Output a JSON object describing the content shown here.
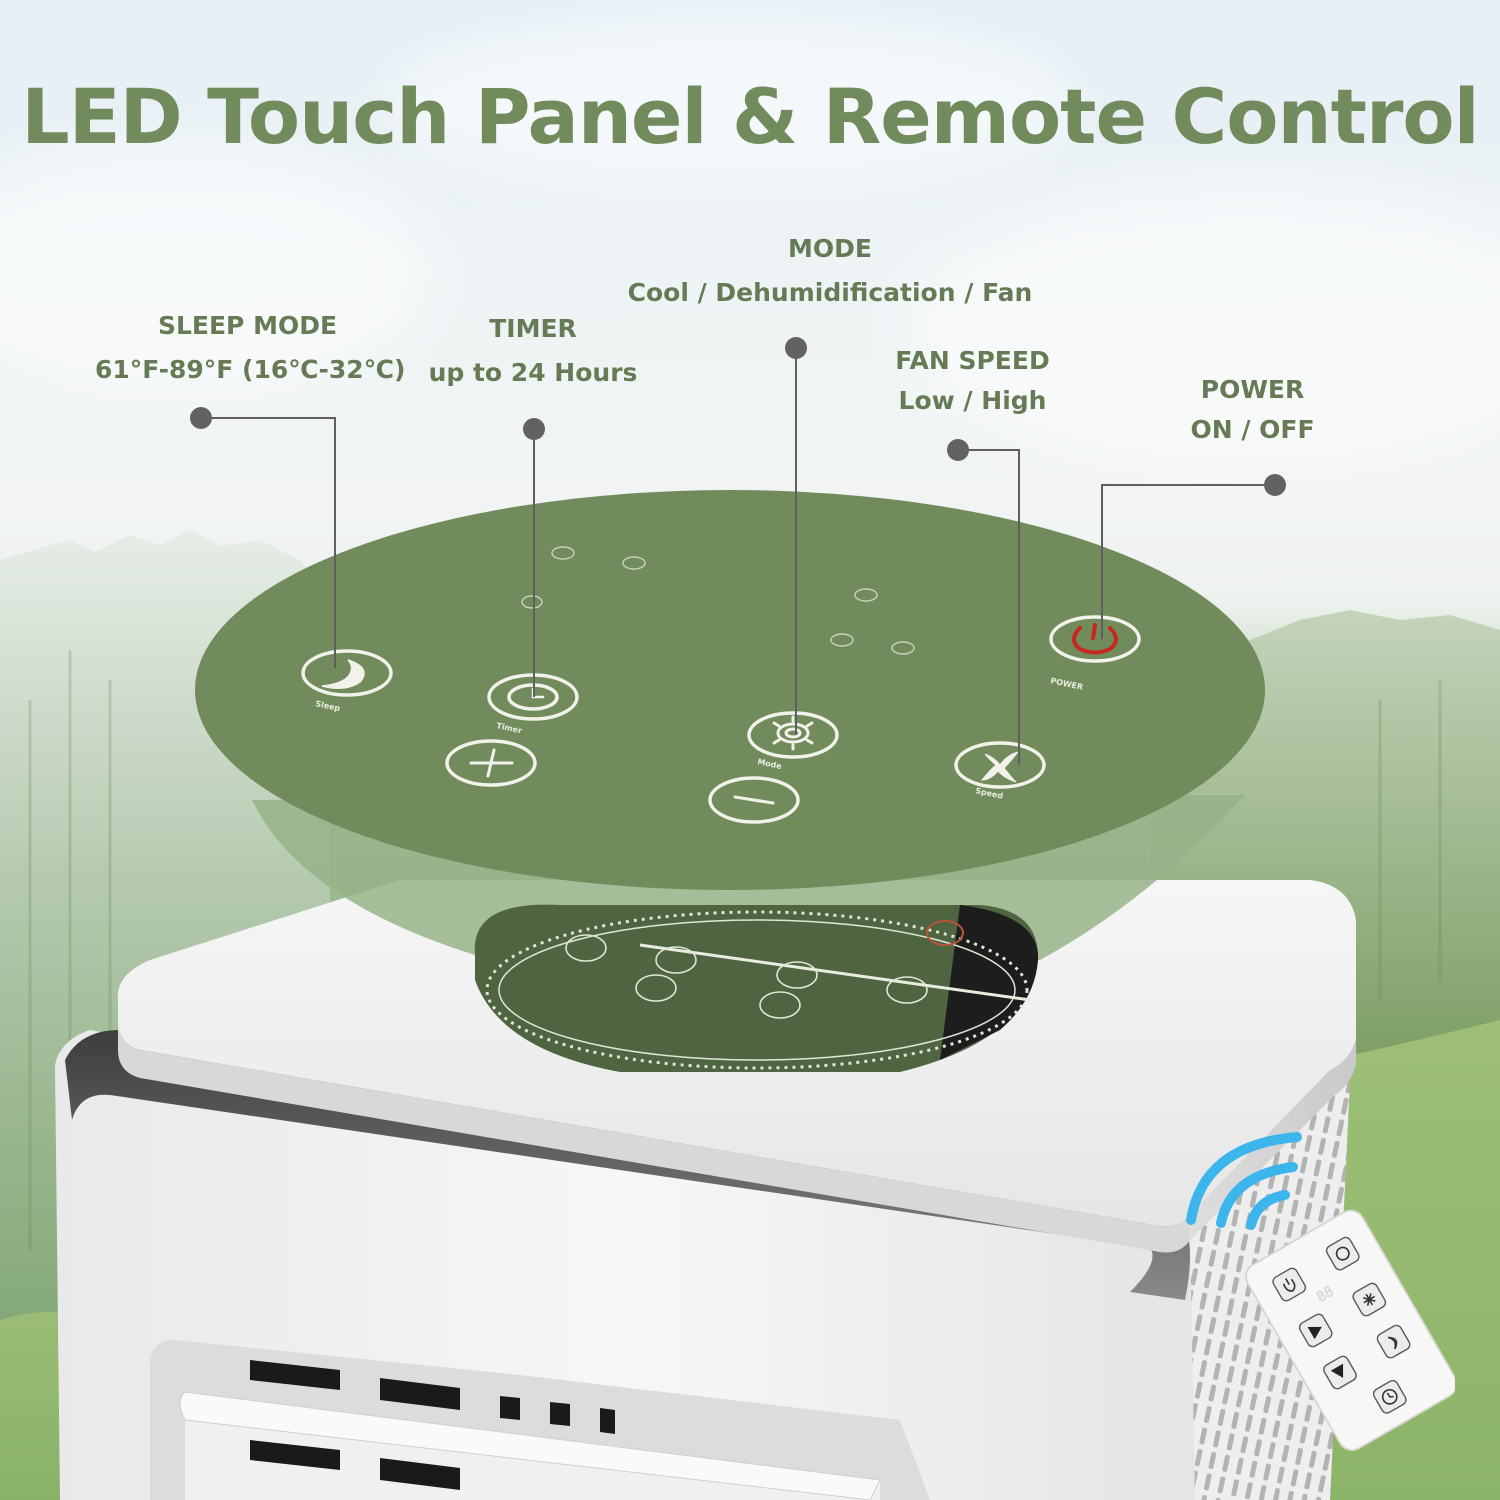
{
  "title": "LED Touch Panel & Remote Control",
  "colors": {
    "title": "#718b5d",
    "label": "#667b55",
    "panel_green": "#728b5c",
    "panel_green_light": "#8faa7e",
    "panel_dark": "#4f6542",
    "leader_line": "#5f5f5f",
    "power_red": "#c8261f",
    "ir_blue": "#3bb5ec",
    "unit_white": "#f3f3f3"
  },
  "callouts": [
    {
      "id": "sleep",
      "heading": "SLEEP MODE",
      "detail": "61°F-89°F (16℃-32℃)"
    },
    {
      "id": "timer",
      "heading": "TIMER",
      "detail": "up to 24 Hours"
    },
    {
      "id": "mode",
      "heading": "MODE",
      "detail": "Cool / Dehumidification / Fan"
    },
    {
      "id": "fan_speed",
      "heading": "FAN SPEED",
      "detail": "Low /  High"
    },
    {
      "id": "power",
      "heading": "POWER",
      "detail": "ON / OFF"
    }
  ],
  "touch_panel": {
    "buttons": [
      {
        "id": "sleep",
        "icon": "moon-icon",
        "caption": "Sleep"
      },
      {
        "id": "timer",
        "icon": "clock-icon",
        "caption": "Timer"
      },
      {
        "id": "plus",
        "icon": "plus-icon",
        "caption": ""
      },
      {
        "id": "mode",
        "icon": "gear-icon",
        "caption": "Mode"
      },
      {
        "id": "minus",
        "icon": "minus-icon",
        "caption": ""
      },
      {
        "id": "speed",
        "icon": "fan-icon",
        "caption": "Speed"
      },
      {
        "id": "power",
        "icon": "power-icon",
        "caption": "POWER"
      }
    ],
    "indicators": [
      "cool-indicator",
      "dehumidify-indicator",
      "fan-indicator",
      "high-indicator",
      "low-indicator",
      "mid-indicator"
    ]
  },
  "remote": {
    "display": "88",
    "buttons": [
      "power-icon",
      "mode-cycle-icon",
      "up-arrow-icon",
      "fan-icon",
      "down-arrow-icon",
      "sleep-icon",
      "timer-icon"
    ]
  }
}
